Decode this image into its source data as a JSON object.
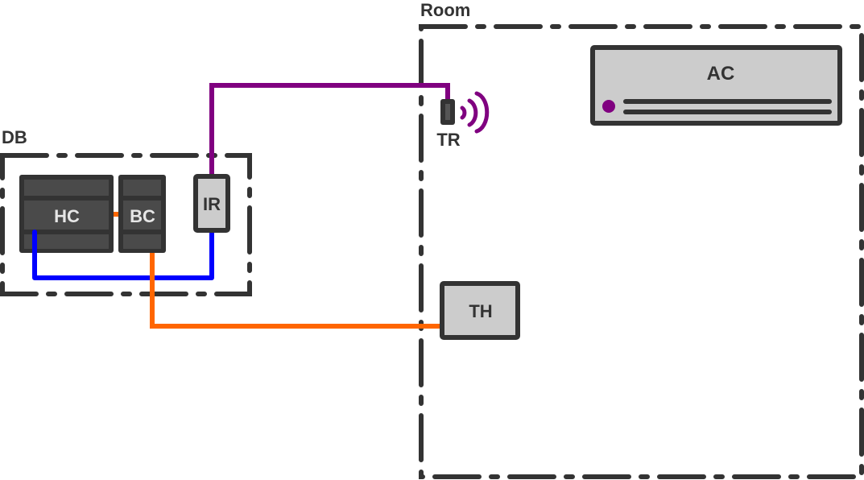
{
  "colors": {
    "outline": "#333333",
    "device_fill": "#cccccc",
    "breaker_fill": "#4a4a4a",
    "wire_purple": "#800080",
    "wire_blue": "#0000ff",
    "wire_orange": "#ff6600"
  },
  "zones": {
    "db": {
      "label": "DB"
    },
    "room": {
      "label": "Room"
    }
  },
  "devices": {
    "hc": {
      "label": "HC"
    },
    "bc": {
      "label": "BC"
    },
    "ir": {
      "label": "IR"
    },
    "tr": {
      "label": "TR"
    },
    "ac": {
      "label": "AC"
    },
    "th": {
      "label": "TH"
    }
  },
  "connections": [
    {
      "from": "IR",
      "to": "TR",
      "color": "purple"
    },
    {
      "from": "HC",
      "to": "IR",
      "color": "blue"
    },
    {
      "from": "BC",
      "to": "TH",
      "color": "orange"
    },
    {
      "from": "HC",
      "to": "BC",
      "color": "orange"
    }
  ]
}
